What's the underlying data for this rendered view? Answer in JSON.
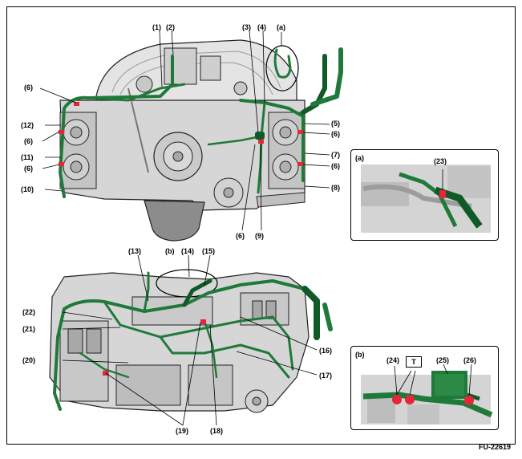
{
  "figure_id": "FU-22619",
  "colors": {
    "harness": "#1f7a3a",
    "harness_dark": "#0f5a26",
    "connector_red": "#e8253a",
    "engine_fill": "#d6d6d6",
    "engine_shade": "#9a9a9a",
    "outline": "#222222"
  },
  "top_view": {
    "callouts": {
      "c1": "(1)",
      "c2": "(2)",
      "c3": "(3)",
      "c4": "(4)",
      "ca": "(a)",
      "c6_tl": "(6)",
      "c12": "(12)",
      "c6_l1": "(6)",
      "c11": "(11)",
      "c6_l2": "(6)",
      "c10": "(10)",
      "c5": "(5)",
      "c6_r1": "(6)",
      "c7": "(7)",
      "c6_r2": "(6)",
      "c8": "(8)",
      "c6_b": "(6)",
      "c9": "(9)"
    }
  },
  "bottom_view": {
    "callouts": {
      "c13": "(13)",
      "cb": "(b)",
      "c14": "(14)",
      "c15": "(15)",
      "c22": "(22)",
      "c21": "(21)",
      "c20": "(20)",
      "c16": "(16)",
      "c17": "(17)",
      "c19": "(19)",
      "c18": "(18)"
    }
  },
  "inset_a": {
    "label": "(a)",
    "c23": "(23)"
  },
  "inset_b": {
    "label": "(b)",
    "c24": "(24)",
    "t": "T",
    "c25": "(25)",
    "c26": "(26)"
  }
}
